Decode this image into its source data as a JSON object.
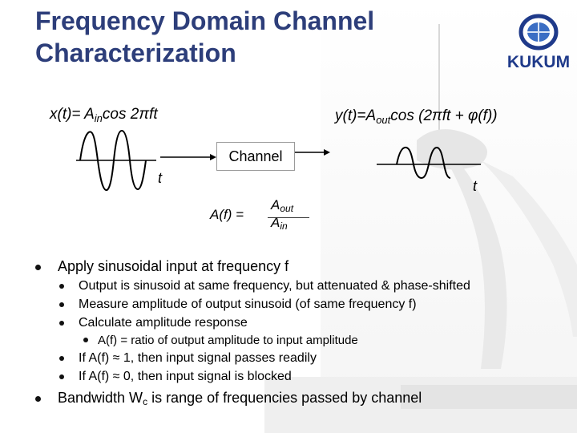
{
  "slide": {
    "title_line1": "Frequency Domain Channel",
    "title_line2": "Characterization",
    "logo_text": "KUKUM",
    "input_signal": {
      "prefix": "x(t)= A",
      "sub": "in",
      "suffix": "cos 2πft"
    },
    "output_signal": {
      "prefix": "y(t)=A",
      "sub": "out",
      "suffix": "cos (2πft + φ(f))"
    },
    "time_axis_label_left": "t",
    "time_axis_label_right": "t",
    "channel_label": "Channel",
    "amplitude_label": "A(f) =",
    "numerator": {
      "base": "A",
      "sub": "out"
    },
    "denominator": {
      "base": "A",
      "sub": "in"
    }
  },
  "bullets": [
    {
      "level": 1,
      "text": "Apply sinusoidal input at frequency f"
    },
    {
      "level": 2,
      "text": "Output is sinusoid at same frequency, but attenuated & phase-shifted"
    },
    {
      "level": 2,
      "text": "Measure amplitude of output sinusoid (of same frequency f)"
    },
    {
      "level": 2,
      "text": "Calculate amplitude response"
    },
    {
      "level": 3,
      "text": "A(f) = ratio of output amplitude to input amplitude"
    },
    {
      "level": 2,
      "text": "If A(f) ≈ 1, then input signal passes readily"
    },
    {
      "level": 2,
      "text": "If A(f) ≈ 0, then input signal is blocked"
    },
    {
      "level": 1,
      "text": "Bandwidth W",
      "sub": "c",
      "suffix": " is range of frequencies passed by channel"
    }
  ],
  "colors": {
    "title": "#2d3e7a",
    "logo_blue": "#1f3a8a"
  }
}
